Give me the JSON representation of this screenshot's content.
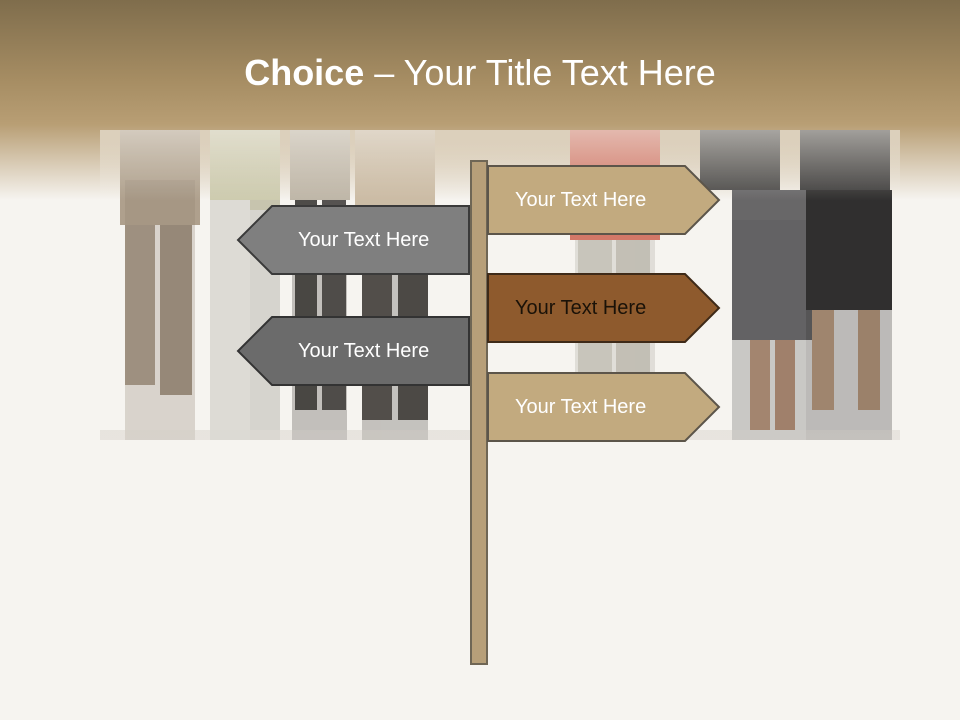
{
  "slide": {
    "title_bold": "Choice",
    "title_rest": " – Your Title Text Here"
  },
  "signs": [
    {
      "label": "Your Text Here",
      "fill": "#c2aa7f"
    },
    {
      "label": "Your Text Here",
      "fill": "#7f7f7f"
    },
    {
      "label": "Your Text Here",
      "fill": "#8e5a2d"
    },
    {
      "label": "Your Text Here",
      "fill": "#6b6b6b"
    },
    {
      "label": "Your Text Here",
      "fill": "#c2aa7f"
    }
  ],
  "colors": {
    "header_brown": "#a68d63",
    "post": "#b79f79",
    "background": "#f6f4f0"
  }
}
